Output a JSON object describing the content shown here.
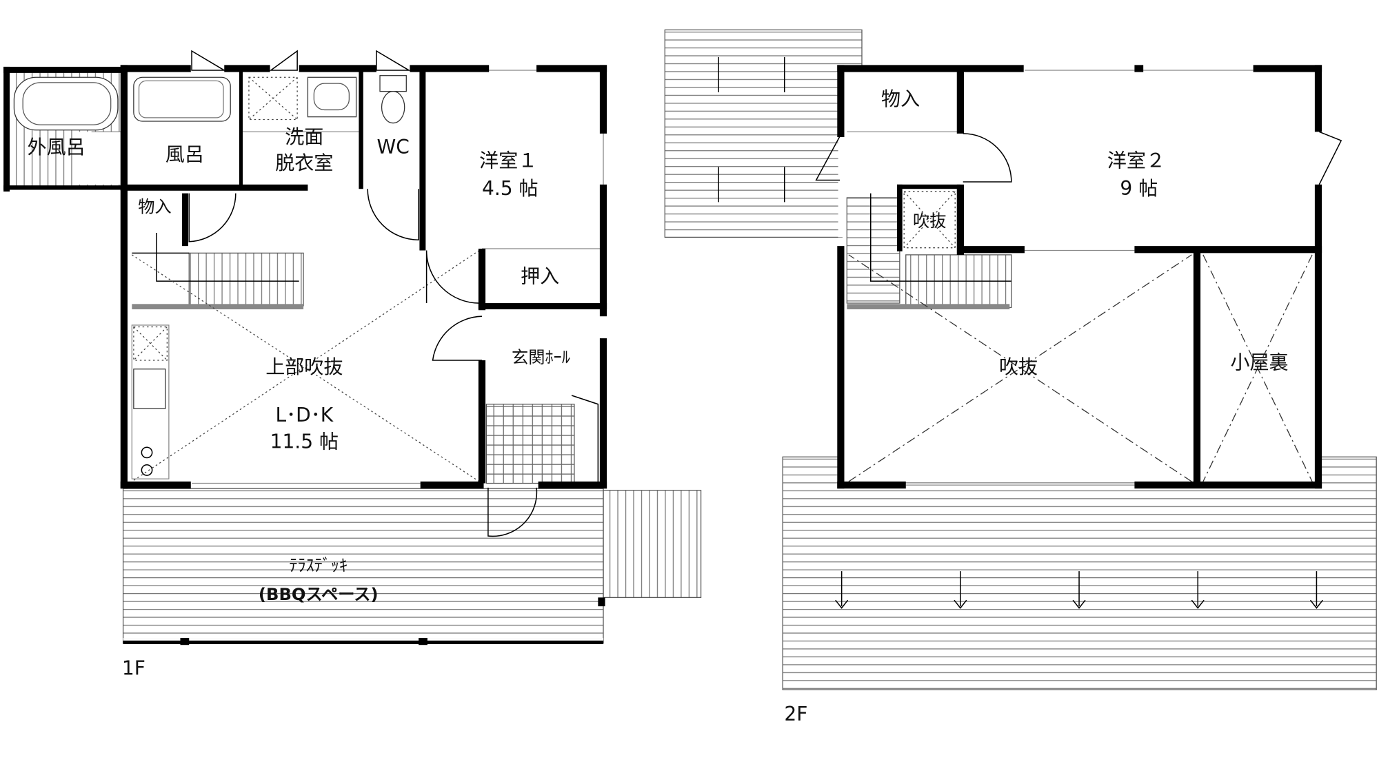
{
  "floor1": {
    "label": "1F",
    "rooms": {
      "outdoor_bath": "外風呂",
      "bath": "風呂",
      "washroom_line1": "洗面",
      "washroom_line2": "脱衣室",
      "wc": "WC",
      "western_room1_name": "洋室１",
      "western_room1_size": "4.5 帖",
      "storage_small": "物入",
      "closet": "押入",
      "ldk_void": "上部吹抜",
      "ldk_name": "L･D･K",
      "ldk_size": "11.5 帖",
      "entrance_hall": "玄関ﾎｰﾙ",
      "terrace_line1": "ﾃﾗｽﾃﾞｯｷ",
      "terrace_line2": "(BBQスペース)"
    }
  },
  "floor2": {
    "label": "2F",
    "rooms": {
      "storage": "物入",
      "western_room2_name": "洋室２",
      "western_room2_size": "9 帖",
      "small_void": "吹抜",
      "void": "吹抜",
      "attic": "小屋裏"
    }
  }
}
